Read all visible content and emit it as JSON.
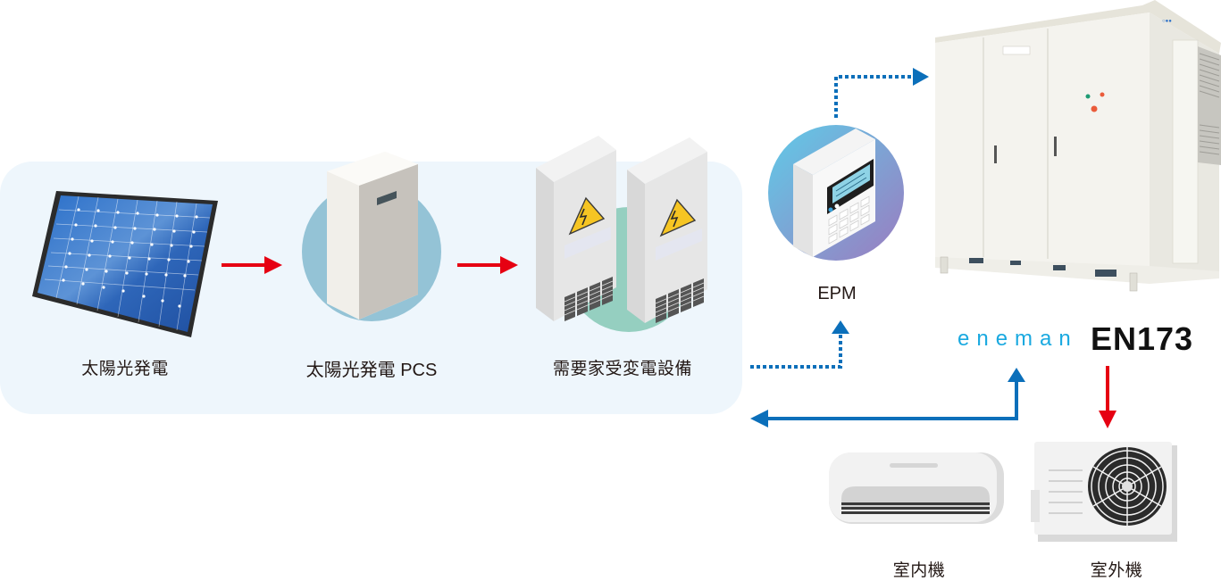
{
  "diagram": {
    "title": "eneman EN173 system flow",
    "nodes": {
      "solar_panel": {
        "label": "太陽光発電"
      },
      "solar_pcs": {
        "label": "太陽光発電 PCS"
      },
      "substation": {
        "label": "需要家受変電設備"
      },
      "epm": {
        "label": "EPM"
      },
      "controller": {
        "brand": "eneman",
        "model": "EN173"
      },
      "indoor_unit": {
        "label": "室内機"
      },
      "outdoor_unit": {
        "label": "室外機"
      }
    },
    "connections": [
      {
        "from": "太陽光発電",
        "to": "太陽光発電 PCS",
        "style": "solid",
        "color": "#e60012"
      },
      {
        "from": "太陽光発電 PCS",
        "to": "需要家受変電設備",
        "style": "solid",
        "color": "#e60012"
      },
      {
        "from": "需要家受変電設備",
        "to": "EPM",
        "style": "dotted",
        "color": "#0b6fba"
      },
      {
        "from": "EPM",
        "to": "EN173",
        "style": "dotted",
        "color": "#0b6fba"
      },
      {
        "from": "室内機",
        "to": "EN173 / 需要家受変電設備",
        "style": "solid",
        "color": "#0b6fba"
      },
      {
        "from": "EN173",
        "to": "室外機",
        "style": "solid",
        "color": "#e60012"
      }
    ],
    "colors": {
      "panel_bg": "#eef6fc",
      "power_arrow": "#e60012",
      "signal_arrow": "#0b6fba",
      "brand_blue": "#1aa9e0"
    }
  }
}
